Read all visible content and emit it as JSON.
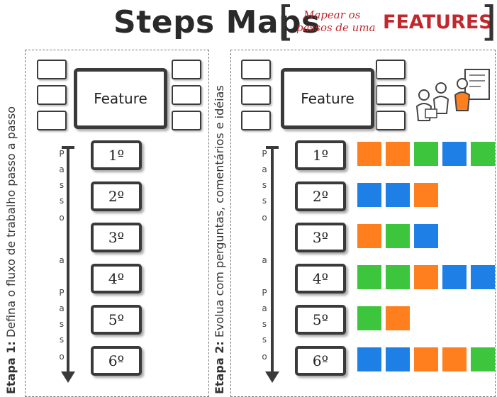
{
  "title": {
    "main": "Steps Maps",
    "bracket_open": "[",
    "bracket_close": "]",
    "sub_line1": "Mapear os",
    "sub_line2": "passos de uma",
    "sub_emph": "FEATURES"
  },
  "stage1": {
    "prefix": "Etapa 1:",
    "text": " Defina o fluxo de trabalho passo a passo"
  },
  "stage2": {
    "prefix": "Etapa 2:",
    "text": " Evolua com perguntas, comentários e idéias"
  },
  "feature_label": "Feature",
  "arrow_letters": [
    "P",
    "a",
    "s",
    "s",
    "o",
    "a",
    "P",
    "a",
    "s",
    "s",
    "o"
  ],
  "steps": [
    "1º",
    "2º",
    "3º",
    "4º",
    "5º",
    "6º"
  ],
  "colors": {
    "orange": "#ff7f1e",
    "blue": "#1e7fe6",
    "green": "#3dc53d",
    "accent_red": "#c0282d"
  },
  "step_colors": [
    [
      "orange",
      "orange",
      "green",
      "blue",
      "green"
    ],
    [
      "blue",
      "blue",
      "orange"
    ],
    [
      "orange",
      "green",
      "blue"
    ],
    [
      "green",
      "green",
      "orange",
      "blue",
      "blue"
    ],
    [
      "green",
      "orange"
    ],
    [
      "blue",
      "blue",
      "orange",
      "orange",
      "green"
    ]
  ],
  "icons": [
    "team-illustration-icon"
  ]
}
